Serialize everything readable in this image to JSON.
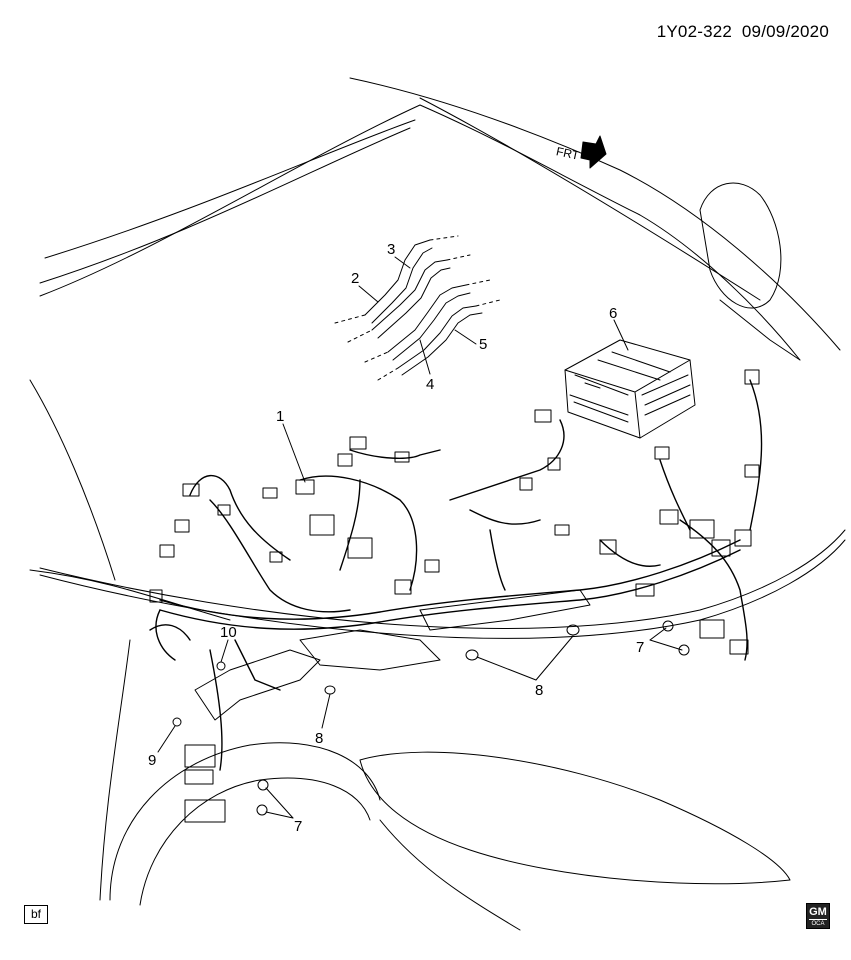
{
  "header": {
    "doc_code": "1Y02-322",
    "date": "09/09/2020"
  },
  "direction_arrow": {
    "label": "FRT"
  },
  "callouts": [
    "1",
    "2",
    "3",
    "4",
    "5",
    "6",
    "7",
    "7",
    "8",
    "8",
    "9",
    "10"
  ],
  "footer": {
    "tag": "bf",
    "logo_text": "GM",
    "logo_subtext": "OCA"
  },
  "icons": [
    "frt-arrow-icon",
    "gm-logo-icon"
  ]
}
